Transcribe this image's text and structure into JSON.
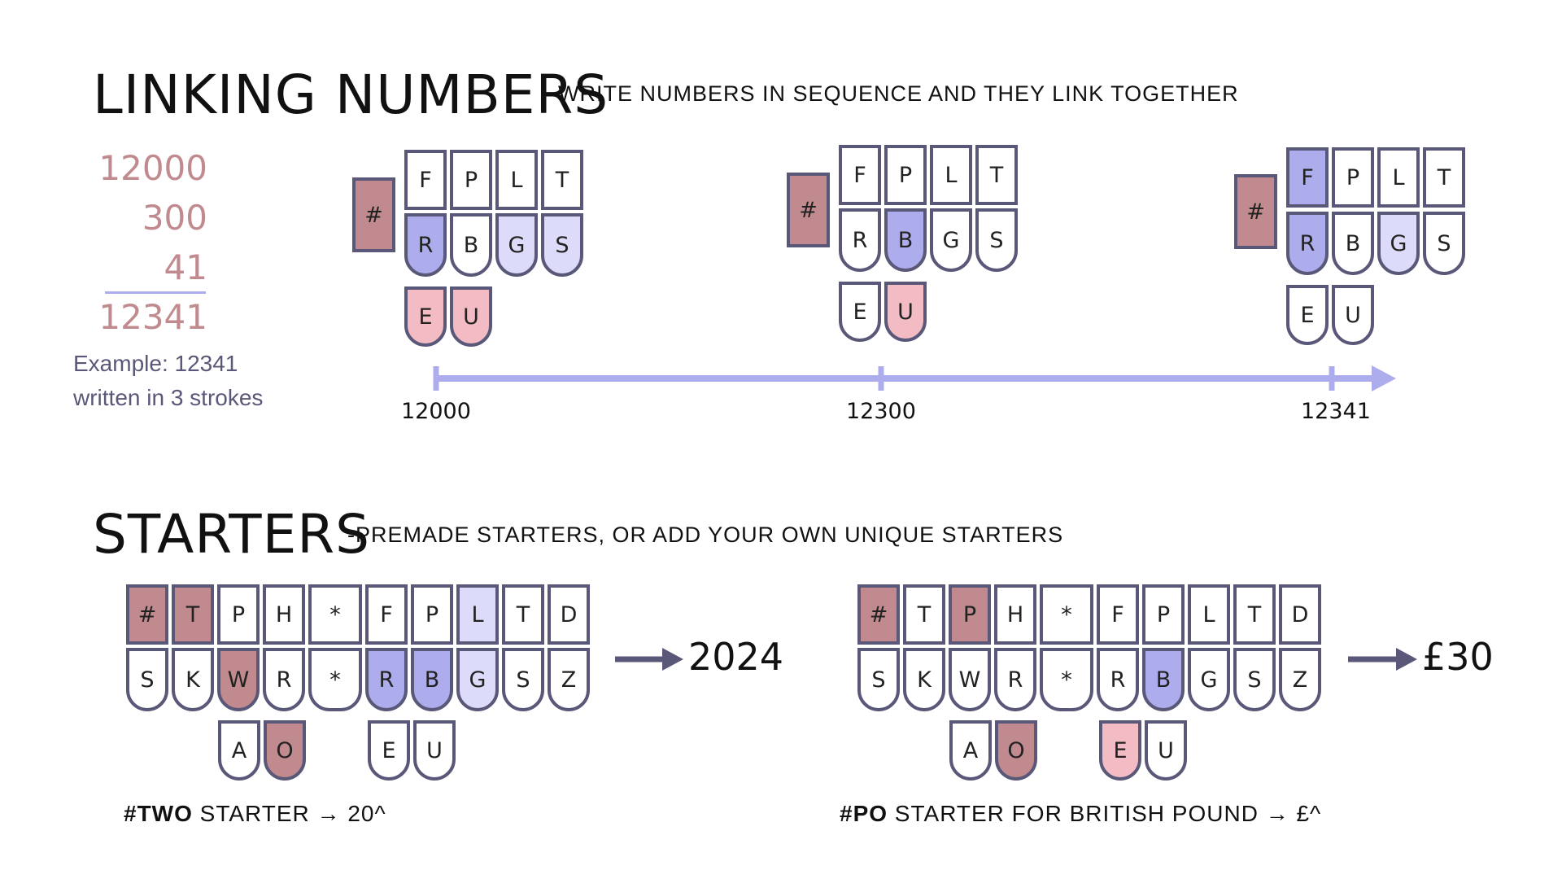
{
  "linking": {
    "title": "LINKING NUMBERS",
    "subtitle": "-WRITE NUMBERS IN SEQUENCE AND THEY LINK TOGETHER",
    "sum": {
      "addends": [
        "12000",
        "300",
        "41"
      ],
      "total": "12341"
    },
    "example_line1": "Example: 12341",
    "example_line2": "written in 3 strokes",
    "strokes": [
      {
        "label": "12000",
        "hash": "#",
        "top": [
          {
            "k": "F",
            "c": ""
          },
          {
            "k": "P",
            "c": ""
          },
          {
            "k": "L",
            "c": ""
          },
          {
            "k": "T",
            "c": ""
          }
        ],
        "bottom": [
          {
            "k": "R",
            "c": "blue"
          },
          {
            "k": "B",
            "c": ""
          },
          {
            "k": "G",
            "c": "lblue"
          },
          {
            "k": "S",
            "c": "lblue"
          }
        ],
        "vowels": [
          {
            "k": "E",
            "c": "pink"
          },
          {
            "k": "U",
            "c": "pink"
          }
        ]
      },
      {
        "label": "12300",
        "hash": "#",
        "top": [
          {
            "k": "F",
            "c": ""
          },
          {
            "k": "P",
            "c": ""
          },
          {
            "k": "L",
            "c": ""
          },
          {
            "k": "T",
            "c": ""
          }
        ],
        "bottom": [
          {
            "k": "R",
            "c": ""
          },
          {
            "k": "B",
            "c": "blue"
          },
          {
            "k": "G",
            "c": ""
          },
          {
            "k": "S",
            "c": ""
          }
        ],
        "vowels": [
          {
            "k": "E",
            "c": ""
          },
          {
            "k": "U",
            "c": "pink"
          }
        ]
      },
      {
        "label": "12341",
        "hash": "#",
        "top": [
          {
            "k": "F",
            "c": "blue"
          },
          {
            "k": "P",
            "c": ""
          },
          {
            "k": "L",
            "c": ""
          },
          {
            "k": "T",
            "c": ""
          }
        ],
        "bottom": [
          {
            "k": "R",
            "c": "blue"
          },
          {
            "k": "B",
            "c": ""
          },
          {
            "k": "G",
            "c": "lblue"
          },
          {
            "k": "S",
            "c": ""
          }
        ],
        "vowels": [
          {
            "k": "E",
            "c": ""
          },
          {
            "k": "U",
            "c": ""
          }
        ]
      }
    ]
  },
  "starters": {
    "title": "STARTERS",
    "subtitle": "-PREMADE STARTERS, OR ADD YOUR OWN UNIQUE STARTERS",
    "examples": [
      {
        "result": "2024",
        "caption_bold": "#TWO",
        "caption_rest": " STARTER → 20^",
        "top": [
          {
            "k": "#",
            "c": "rose"
          },
          {
            "k": "T",
            "c": "rose"
          },
          {
            "k": "P",
            "c": ""
          },
          {
            "k": "H",
            "c": ""
          },
          {
            "k": "*",
            "c": ""
          },
          {
            "k": "F",
            "c": ""
          },
          {
            "k": "P",
            "c": ""
          },
          {
            "k": "L",
            "c": "lblue"
          },
          {
            "k": "T",
            "c": ""
          },
          {
            "k": "D",
            "c": ""
          }
        ],
        "bottom": [
          {
            "k": "S",
            "c": ""
          },
          {
            "k": "K",
            "c": ""
          },
          {
            "k": "W",
            "c": "rose"
          },
          {
            "k": "R",
            "c": ""
          },
          {
            "k": "*",
            "c": ""
          },
          {
            "k": "R",
            "c": "blue"
          },
          {
            "k": "B",
            "c": "blue"
          },
          {
            "k": "G",
            "c": "lblue"
          },
          {
            "k": "S",
            "c": ""
          },
          {
            "k": "Z",
            "c": ""
          }
        ],
        "vowels": [
          {
            "k": "A",
            "c": ""
          },
          {
            "k": "O",
            "c": "rose"
          },
          {
            "k": "E",
            "c": ""
          },
          {
            "k": "U",
            "c": ""
          }
        ]
      },
      {
        "result": "£30",
        "caption_bold": "#PO",
        "caption_rest": " STARTER FOR BRITISH POUND → £^",
        "top": [
          {
            "k": "#",
            "c": "rose"
          },
          {
            "k": "T",
            "c": ""
          },
          {
            "k": "P",
            "c": "rose"
          },
          {
            "k": "H",
            "c": ""
          },
          {
            "k": "*",
            "c": ""
          },
          {
            "k": "F",
            "c": ""
          },
          {
            "k": "P",
            "c": ""
          },
          {
            "k": "L",
            "c": ""
          },
          {
            "k": "T",
            "c": ""
          },
          {
            "k": "D",
            "c": ""
          }
        ],
        "bottom": [
          {
            "k": "S",
            "c": ""
          },
          {
            "k": "K",
            "c": ""
          },
          {
            "k": "W",
            "c": ""
          },
          {
            "k": "R",
            "c": ""
          },
          {
            "k": "*",
            "c": ""
          },
          {
            "k": "R",
            "c": ""
          },
          {
            "k": "B",
            "c": "blue"
          },
          {
            "k": "G",
            "c": ""
          },
          {
            "k": "S",
            "c": ""
          },
          {
            "k": "Z",
            "c": ""
          }
        ],
        "vowels": [
          {
            "k": "A",
            "c": ""
          },
          {
            "k": "O",
            "c": "rose"
          },
          {
            "k": "E",
            "c": "pink"
          },
          {
            "k": "U",
            "c": ""
          }
        ]
      }
    ]
  },
  "colors": {
    "rose": "#c18a8e",
    "blue": "#adaced",
    "light_blue": "#dcdcfa",
    "pink": "#f3bcc4",
    "outline": "#5a5878",
    "timeline": "#adaced"
  }
}
